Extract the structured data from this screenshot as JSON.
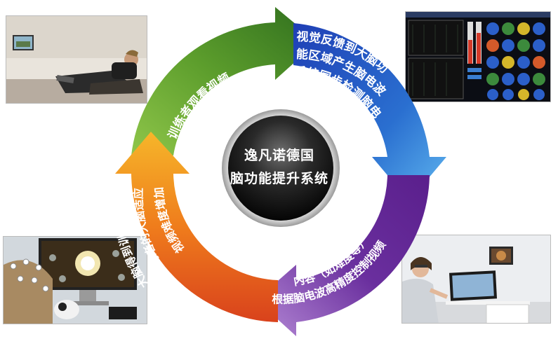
{
  "center": {
    "line1": "逸凡诺德国",
    "line2": "脑功能提升系统"
  },
  "arrows": {
    "top_left": "训练者观看视频",
    "top_right": {
      "line1": "视觉反馈到大脑功",
      "line2": "能区域产生脑电波",
      "line3": "系统同步检测脑电"
    },
    "bottom_right": {
      "line1": "根据脑电波高精度控制视频",
      "line2": "内容（如难度等）"
    },
    "bottom_left": {
      "line1": "训练者的大脑适应变化",
      "line2": "视频难度增加",
      "line3": "大脑得到训练"
    }
  },
  "colors": {
    "green_arrow": "#5c9d2c",
    "blue_arrow": "#2a6fd0",
    "purple_arrow": "#6a2f9e",
    "orange_arrow": "#ef7c1c",
    "center_disc": "#1a1a1a"
  }
}
